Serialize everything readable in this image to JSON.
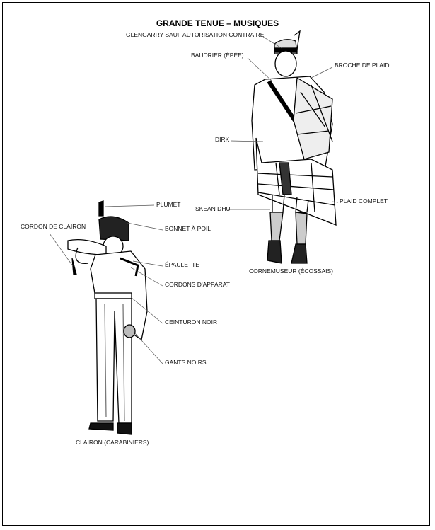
{
  "title": "GRANDE TENUE – MUSIQUES",
  "piper": {
    "caption": "CORNEMUSEUR (ÉCOSSAIS)",
    "labels": {
      "glengarry": "GLENGARRY SAUF AUTORISATION CONTRAIRE",
      "baudrier": "BAUDRIER (ÉPÉE)",
      "broche": "BROCHE DE PLAID",
      "dirk": "DIRK",
      "skean": "SKEAN DHU",
      "plaid": "PLAID COMPLET"
    }
  },
  "bugler": {
    "caption": "CLAIRON (CARABINIERS)",
    "labels": {
      "plumet": "PLUMET",
      "cordon_clairon": "CORDON DE CLAIRON",
      "bonnet": "BONNET À  POIL",
      "epaulette": "ÉPAULETTE",
      "cordons": "CORDONS D'APPARAT",
      "ceinturon": "CEINTURON NOIR",
      "gants": "GANTS NOIRS"
    }
  }
}
